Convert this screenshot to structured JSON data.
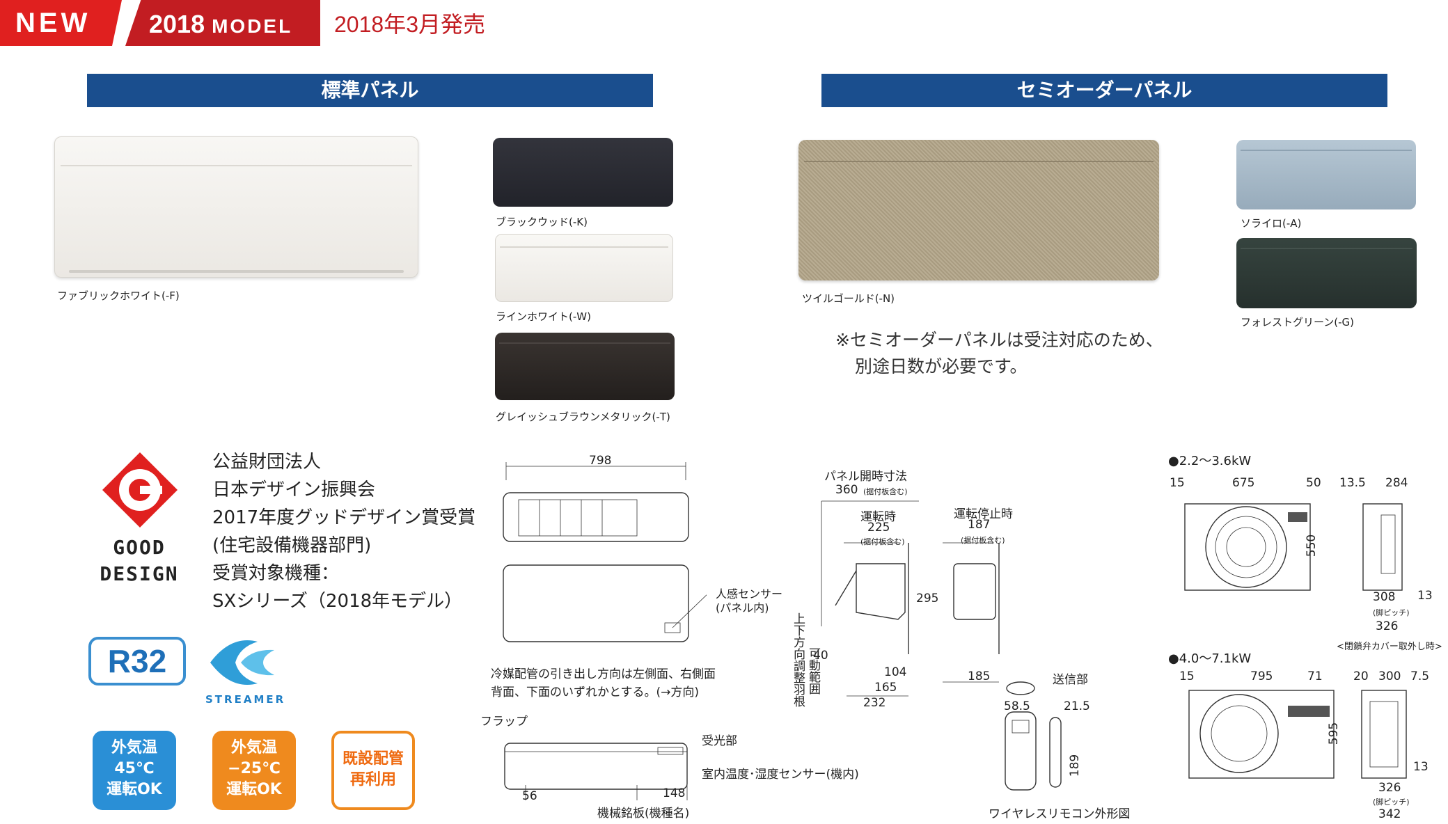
{
  "header": {
    "new_label": "NEW",
    "model_year": "2018",
    "model_word": "MODEL",
    "release": "2018年3月発売"
  },
  "sections": {
    "standard_title": "標準パネル",
    "semi_order_title": "セミオーダーパネル"
  },
  "standard_panels": [
    {
      "name": "ファブリックホワイト(-F)",
      "color": "#f3f1ed"
    },
    {
      "name": "ブラックウッド(-K)",
      "color": "#2a2b33"
    },
    {
      "name": "ラインホワイト(-W)",
      "color": "#f4f2ee"
    },
    {
      "name": "グレイッシュブラウンメタリック(-T)",
      "color": "#2e2826"
    }
  ],
  "semi_order_panels": [
    {
      "name": "ツイルゴールド(-N)",
      "color": "#b3a68c"
    },
    {
      "name": "ソライロ(-A)",
      "color": "#a9bccb"
    },
    {
      "name": "フォレストグリーン(-G)",
      "color": "#2f3b38"
    }
  ],
  "semi_order_note": {
    "line1": "※セミオーダーパネルは受注対応のため、",
    "line2": "別途日数が必要です。"
  },
  "good_design": {
    "word1": "GOOD",
    "word2": "DESIGN",
    "lines": [
      "公益財団法人",
      "日本デザイン振興会",
      "2017年度グッドデザイン賞受賞",
      "(住宅設備機器部門)",
      "受賞対象機種：",
      "SXシリーズ（2018年モデル）"
    ]
  },
  "badges": {
    "r32": "R32",
    "streamer": "STREAMER",
    "features": [
      {
        "lines": [
          "外気温",
          "45℃",
          "運転OK"
        ],
        "color": "#2a8fd6"
      },
      {
        "lines": [
          "外気温",
          "−25℃",
          "運転OK"
        ],
        "color": "#ef8a1e"
      },
      {
        "lines": [
          "既設配管",
          "再利用"
        ],
        "color": "#ef8a1e"
      }
    ]
  },
  "indoor_diagram": {
    "width_798": "798",
    "sensor_label_1": "人感センサー",
    "sensor_label_2": "(パネル内)",
    "pipe_note_1": "冷媒配管の引き出し方向は左側面、右側面",
    "pipe_note_2": "背面、下面のいずれかとする。(→方向)",
    "flap": "フラップ",
    "receiver": "受光部",
    "temp_sensor": "室内温度･湿度センサー(機内)",
    "nameplate": "機械銘板(機種名)",
    "dim_56": "56",
    "dim_148": "148"
  },
  "side_diagram": {
    "panel_open": "パネル開時寸法",
    "d360": "360",
    "incl": "(据付板含む)",
    "running": "運転時",
    "d225": "225",
    "stopped": "運転停止時",
    "d187": "187",
    "d295": "295",
    "d40": "40",
    "d104": "104",
    "d165": "165",
    "d232": "232",
    "d185": "185",
    "vertical_label": "上下方向調整羽根",
    "vertical_label2": "可動範囲"
  },
  "remote": {
    "transmitter": "送信部",
    "d585": "58.5",
    "d215": "21.5",
    "d189": "189",
    "caption": "ワイヤレスリモコン外形図"
  },
  "outdoor_small": {
    "title": "●2.2～3.6kW",
    "d15": "15",
    "d675": "675",
    "d50": "50",
    "d135": "13.5",
    "d284": "284",
    "d550": "550",
    "d308": "308",
    "d13": "13",
    "pitch": "(脚ピッチ)",
    "d326": "326",
    "note": "<閉鎖弁カバー取外し時>"
  },
  "outdoor_large": {
    "title": "●4.0～7.1kW",
    "d15": "15",
    "d795": "795",
    "d71": "71",
    "d20": "20",
    "d300": "300",
    "d75": "7.5",
    "d595": "595",
    "d13": "13",
    "d326": "326",
    "pitch": "(脚ピッチ)",
    "d342": "342"
  }
}
